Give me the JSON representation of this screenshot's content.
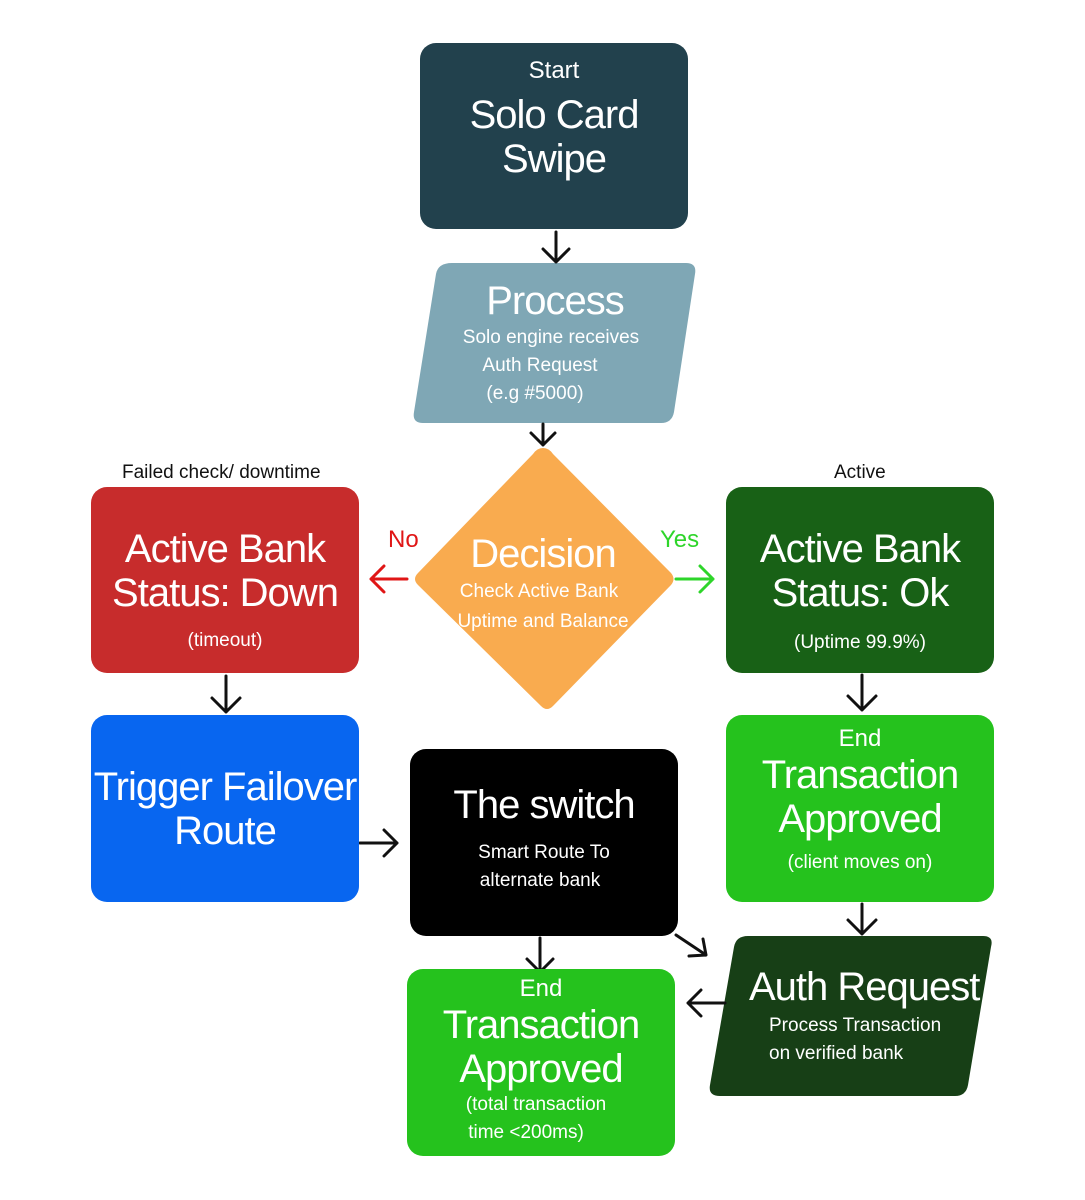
{
  "start": {
    "tag": "Start",
    "title": "Solo Card Swipe"
  },
  "process": {
    "title": "Process",
    "lines": [
      "Solo engine receives",
      "Auth Request",
      "(e.g #5000)"
    ]
  },
  "decision": {
    "title": "Decision",
    "lines": [
      "Check Active Bank",
      "Uptime and Balance"
    ],
    "no_label": "No",
    "yes_label": "Yes"
  },
  "down": {
    "caption": "Failed check/ downtime",
    "title_lines": [
      "Active Bank",
      "Status: Down"
    ],
    "note": "(timeout)"
  },
  "ok": {
    "caption": "Active",
    "title_lines": [
      "Active Bank",
      "Status: Ok"
    ],
    "note": "(Uptime 99.9%)"
  },
  "failover": {
    "title_lines": [
      "Trigger Failover",
      "Route"
    ]
  },
  "switch": {
    "title": "The switch",
    "lines": [
      "Smart Route To",
      "alternate bank"
    ]
  },
  "approved_right": {
    "tag": "End",
    "title_lines": [
      "Transaction",
      "Approved"
    ],
    "note": "(client moves on)"
  },
  "approved_bottom": {
    "tag": "End",
    "title_lines": [
      "Transaction",
      "Approved"
    ],
    "lines": [
      "(total transaction",
      "time <200ms)"
    ]
  },
  "auth": {
    "title": "Auth Request",
    "lines": [
      "Process Transaction",
      "on verified bank"
    ]
  },
  "colors": {
    "start": "#22414d",
    "process": "#7fa7b5",
    "decision": "#f9ab4f",
    "down": "#c72c2c",
    "ok": "#186116",
    "failover": "#0866f0",
    "switch": "#000000",
    "approved": "#25c21d",
    "auth": "#173f16",
    "no": "#e01616",
    "yes": "#2ed52a"
  }
}
